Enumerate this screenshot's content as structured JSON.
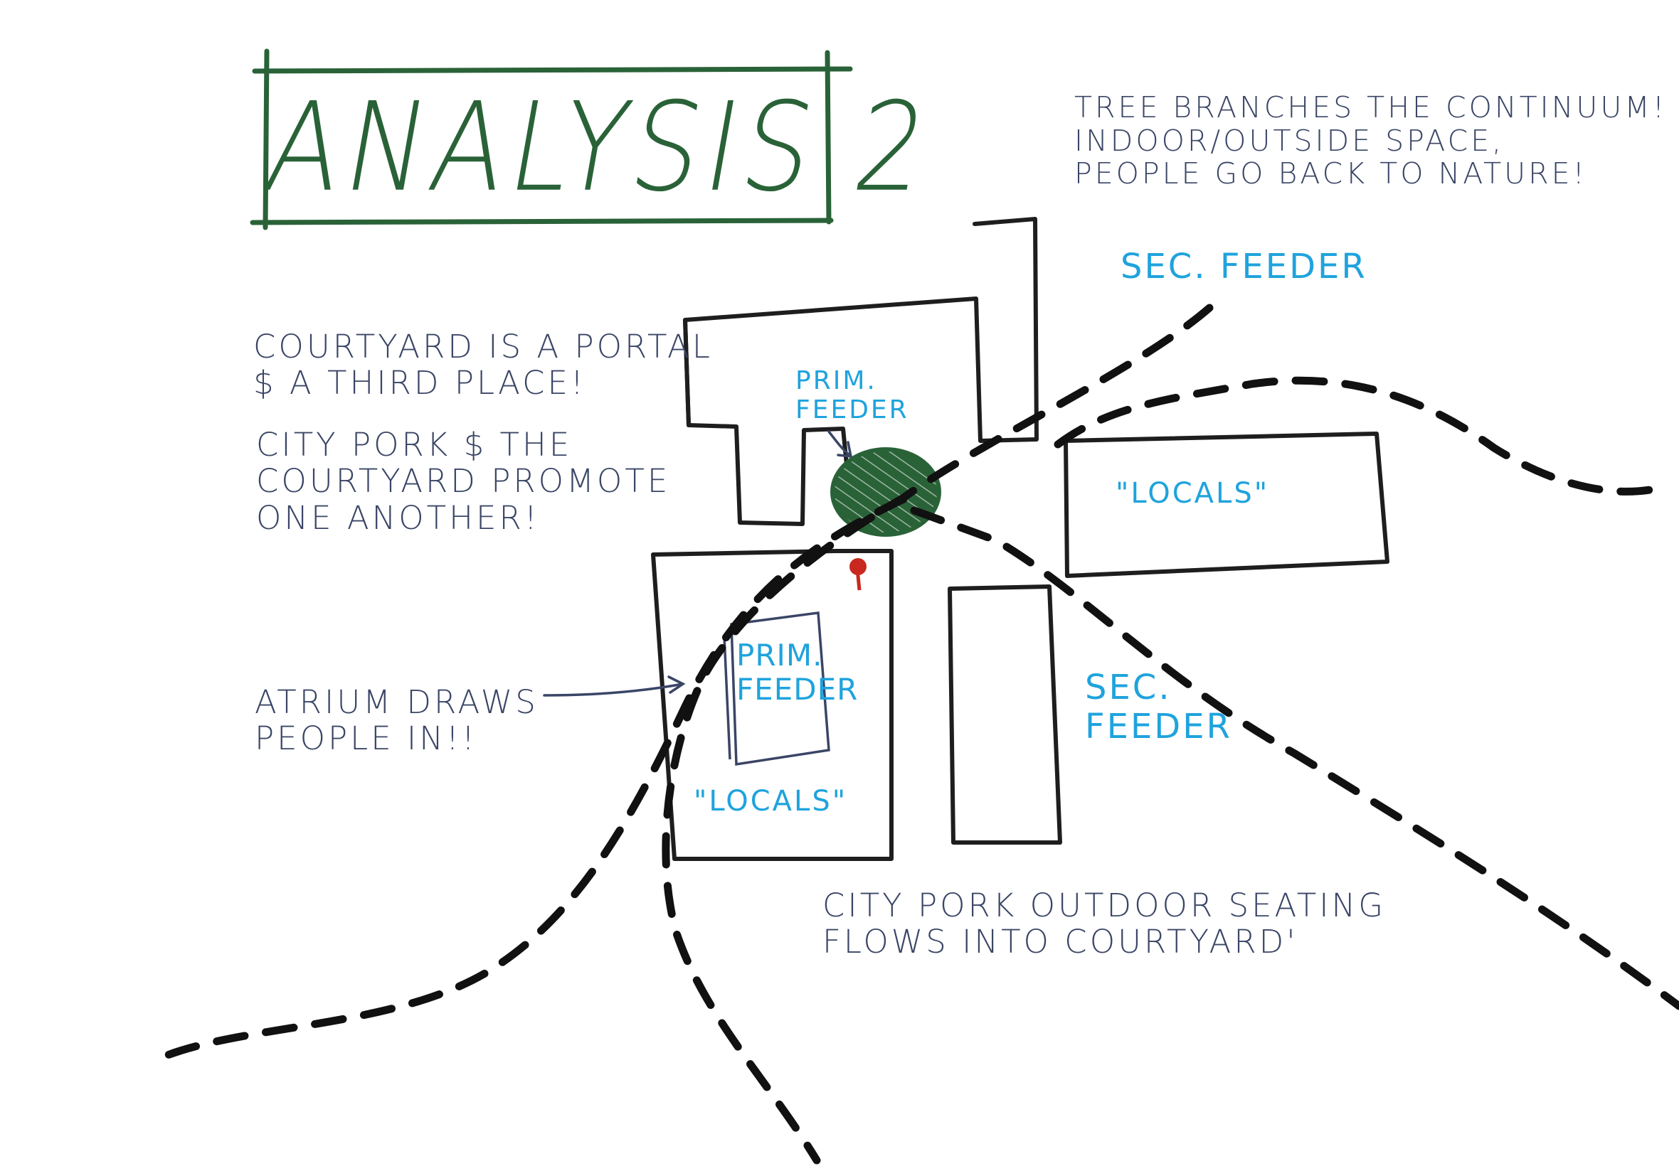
{
  "title": "ANALYSIS 2",
  "colors": {
    "ink": "#1e1e1e",
    "note_ink": "#3a4566",
    "marker_green": "#2a6238",
    "label_blue": "#1fa3dd",
    "pin_red": "#c8281e"
  },
  "notes": {
    "tree": [
      "TREE BRANCHES THE CONTINUUM!",
      "INDOOR/OUTSIDE SPACE,",
      "PEOPLE GO BACK TO NATURE!"
    ],
    "courtyard": [
      "COURTYARD IS A PORTAL",
      "$ A THIRD PLACE!"
    ],
    "city_pork": [
      "CITY PORK $ THE",
      "COURTYARD PROMOTE",
      "ONE ANOTHER!"
    ],
    "atrium": [
      "ATRIUM DRAWS",
      "PEOPLE IN!!"
    ],
    "seating": [
      "CITY PORK OUTDOOR SEATING",
      "FLOWS INTO COURTYARD'"
    ]
  },
  "labels": {
    "sec_feeder_top": "SEC. FEEDER",
    "prim_feeder_top": [
      "PRIM.",
      "FEEDER"
    ],
    "locals_right": "\"LOCALS\"",
    "prim_feeder_atrium": [
      "PRIM.",
      "FEEDER"
    ],
    "sec_feeder_mid": [
      "SEC.",
      "FEEDER"
    ],
    "locals_left": "\"LOCALS\""
  }
}
